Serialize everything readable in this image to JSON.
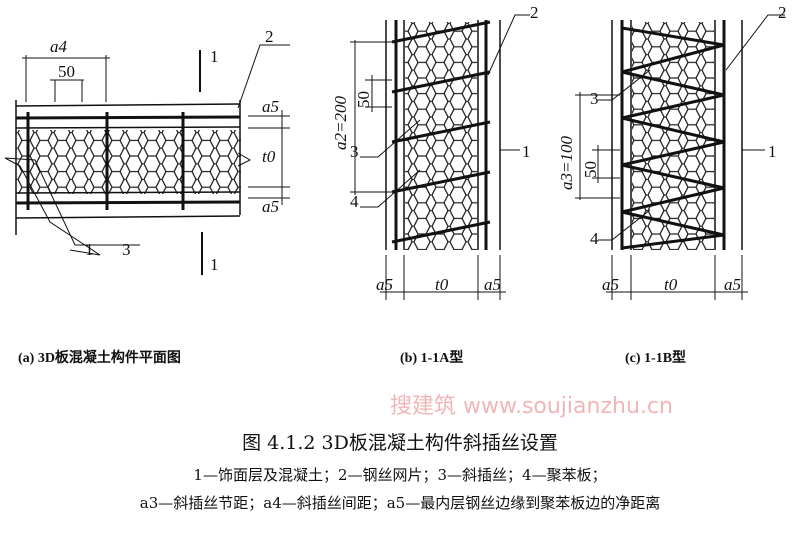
{
  "panels": {
    "a": {
      "caption": "(a) 3D板混凝土构件平面图",
      "dims": {
        "a4": "a4",
        "d50": "50",
        "a5_top": "a5",
        "t0": "t0",
        "a5_bottom": "a5"
      },
      "labels": [
        "1",
        "2",
        "3"
      ],
      "section_marks": [
        "1",
        "1"
      ]
    },
    "b": {
      "caption": "(b) 1-1A型",
      "dims": {
        "a2": "a2=200",
        "d50": "50",
        "a5_left": "a5",
        "t0": "t0",
        "a5_right": "a5"
      },
      "labels": [
        "1",
        "2",
        "3",
        "4"
      ]
    },
    "c": {
      "caption": "(c) 1-1B型",
      "dims": {
        "a3": "a3=100",
        "d50": "50",
        "a5_left": "a5",
        "t0": "t0",
        "a5_right": "a5"
      },
      "labels": [
        "1",
        "2",
        "3",
        "4"
      ]
    }
  },
  "figure": {
    "title": "图 4.1.2   3D板混凝土构件斜插丝设置",
    "legend_line1": "1—饰面层及混凝土；2—钢丝网片；3—斜插丝；4—聚苯板；",
    "legend_line2": "a3—斜插丝节距；a4—斜插丝间距；a5—最内层钢丝边缘到聚苯板边的净距离"
  },
  "watermark": "搜建筑 www.soujianzhu.cn"
}
